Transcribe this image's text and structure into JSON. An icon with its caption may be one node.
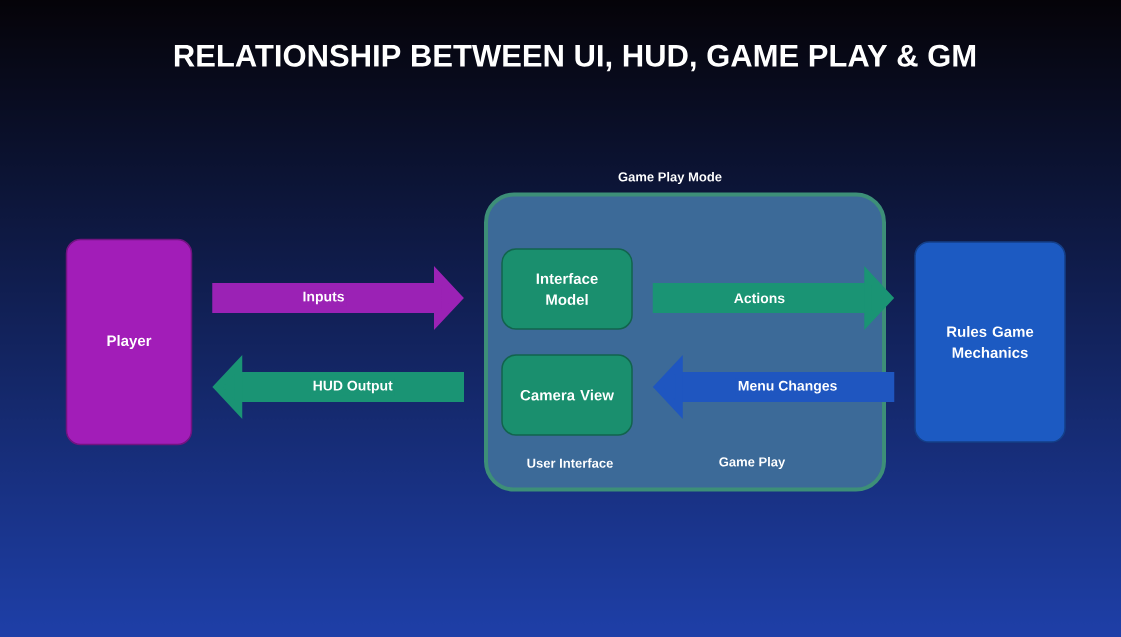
{
  "diagram": {
    "title": "RELATIONSHIP BETWEEN UI, HUD, GAME PLAY & GM",
    "nodes": [
      {
        "text": [
          "Player"
        ]
      },
      {
        "text": [
          "Game Play Mode",
          "User Interface",
          "Game Play"
        ]
      },
      {
        "text": [
          "Interface Model"
        ],
        "in": 1
      },
      {
        "text": [
          "Camera View"
        ],
        "in": 1
      },
      {
        "text": [
          "Rules Game Mechanics"
        ]
      }
    ],
    "edges": [
      {
        "from": 0,
        "to": 1,
        "arrow": "to",
        "label": "Inputs",
        "color": "#9b22b5"
      },
      {
        "from": 2,
        "to": 4,
        "arrow": "to",
        "label": "Actions"
      },
      {
        "from": 4,
        "to": 3,
        "arrow": "to",
        "label": "Menu Changes",
        "color": "#1f56c0"
      },
      {
        "from": 1,
        "to": 0,
        "arrow": "to",
        "label": "HUD Output"
      }
    ]
  }
}
